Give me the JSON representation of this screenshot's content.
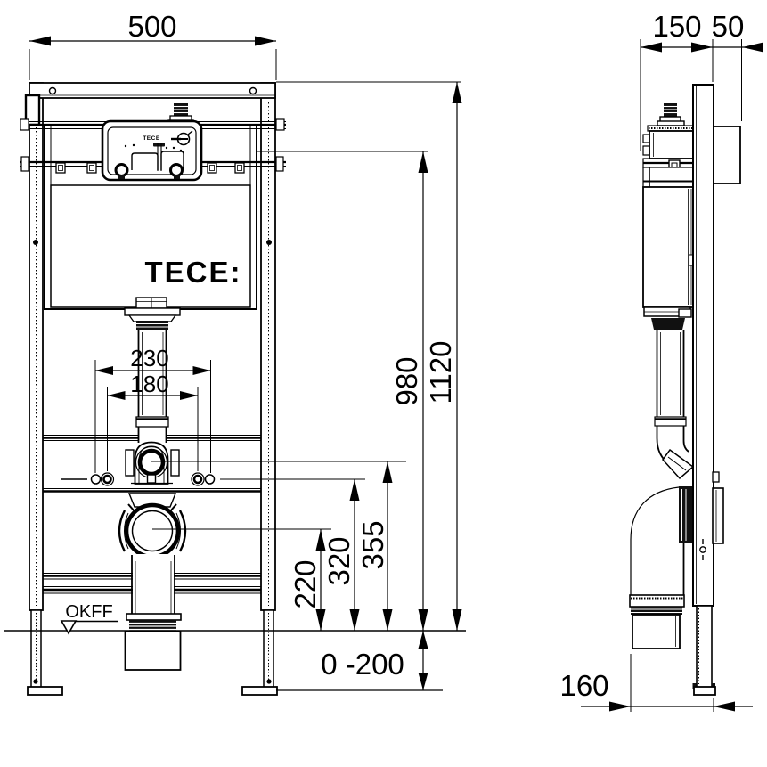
{
  "drawing": {
    "brand_logo": "TECE:",
    "service_box_label": "TECE",
    "floor_marker": "OKFF",
    "dims": {
      "front_width": "500",
      "total_height": "1120",
      "actuation_height": "980",
      "fixing_outer": "230",
      "fixing_inner": "180",
      "flush_bend_height": "355",
      "fixing_stud_height": "320",
      "drain_height": "220",
      "floor_adjust_range": "0 -200",
      "frame_depth": "150",
      "wall_depth": "50",
      "drain_offset": "160"
    },
    "colors": {
      "line": "#000000",
      "dark_fill": "#111111",
      "background": "#ffffff"
    }
  }
}
